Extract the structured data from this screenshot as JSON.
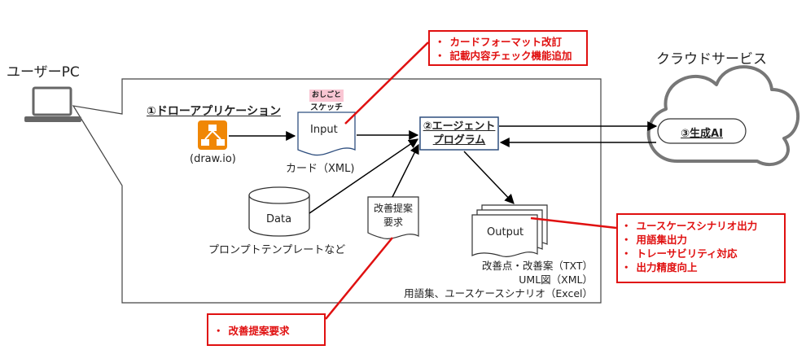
{
  "pc": {
    "label": "ユーザーPC"
  },
  "cloud": {
    "label": "クラウドサービス"
  },
  "drawio": {
    "title": "①ドローアプリケーション",
    "caption": "(draw.io)"
  },
  "card": {
    "doc_label": "Input",
    "caption": "カード（XML)",
    "logo_top": "おしごと",
    "logo_bottom": "スケッチ"
  },
  "agent": {
    "line1": "②エージェント",
    "line2": "プログラム"
  },
  "ai": {
    "label": "③生成AI"
  },
  "data": {
    "label": "Data",
    "caption": "プロンプトテンプレートなど"
  },
  "request_doc": {
    "line1": "改善提案",
    "line2": "要求"
  },
  "output": {
    "doc_label": "Output",
    "captions": [
      "改善点・改善案（TXT）",
      "UML図（XML）",
      "用語集、ユースケースシナリオ（Excel）"
    ]
  },
  "notes": {
    "top": [
      "カードフォーマット改訂",
      "記載内容チェック機能追加"
    ],
    "right": [
      "ユースケースシナリオ出力",
      "用語集出力",
      "トレーサビリティ対応",
      "出力精度向上"
    ],
    "bottom": [
      "改善提案要求"
    ]
  },
  "colors": {
    "accent_red": "#e01010",
    "drawio_orange": "#f08705",
    "doc_blue": "#2f4f7f"
  }
}
